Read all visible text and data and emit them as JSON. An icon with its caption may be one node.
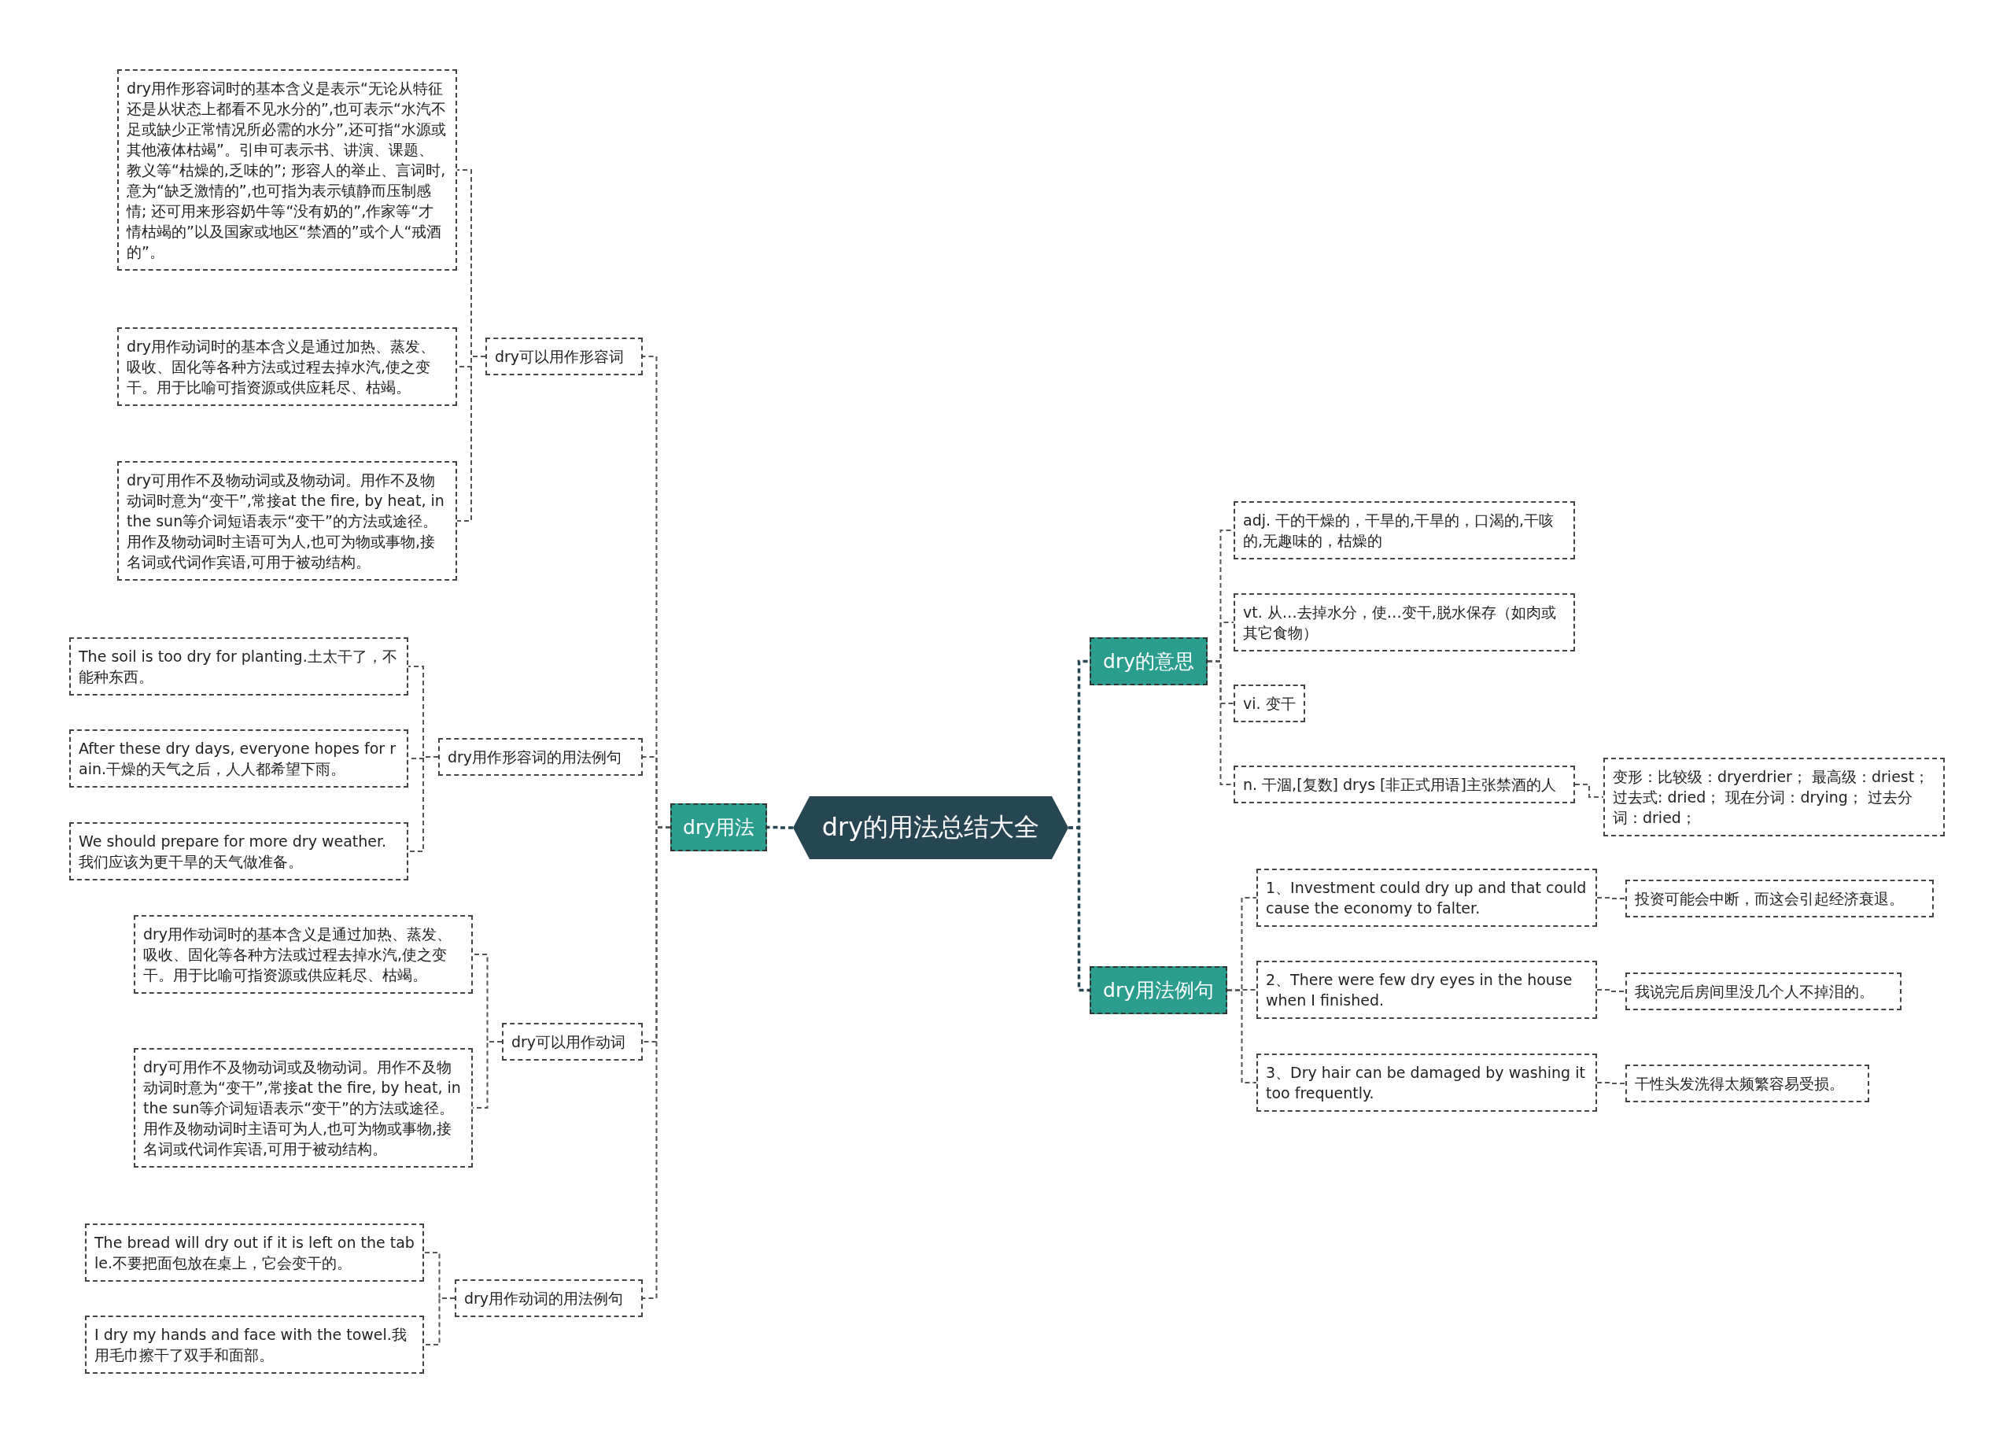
{
  "diagram": {
    "nodes": [
      {
        "text": [
          "dry的用法总结大全"
        ]
      },
      {
        "text": [
          "dry用法"
        ]
      },
      {
        "text": [
          "dry可以用作形容词"
        ]
      },
      {
        "text": [
          "dry用作形容词时的基本含义是表示“无论从特征还是从状态上都看不见水分的”,也可表示“水汽不足或缺少正常情况所必需的水分”,还可指“水源或其他液体枯竭”。引申可表示书、讲演、课题、教义等“枯燥的,乏味的”; 形容人的举止、言词时,意为“缺乏激情的”,也可指为表示镇静而压制感情; 还可用来形容奶牛等“没有奶的”,作家等“才情枯竭的”以及国家或地区“禁酒的”或个人“戒酒的”。"
        ]
      },
      {
        "text": [
          "dry用作动词时的基本含义是通过加热、蒸发、吸收、固化等各种方法或过程去掉水汽,使之变干。用于比喻可指资源或供应耗尽、枯竭。"
        ]
      },
      {
        "text": [
          "dry可用作不及物动词或及物动词。用作不及物动词时意为“变干”,常接at the fire, by heat, in the sun等介词短语表示“变干”的方法或途径。用作及物动词时主语可为人,也可为物或事物,接名词或代词作宾语,可用于被动结构。"
        ]
      },
      {
        "text": [
          "dry用作形容词的用法例句"
        ]
      },
      {
        "text": [
          "The soil is too dry for planting.土太干了，不能种东西。"
        ]
      },
      {
        "text": [
          "After these dry days, everyone hopes for rain.干燥的天气之后，人人都希望下雨。"
        ]
      },
      {
        "text": [
          "We should prepare for more dry weather.我们应该为更干旱的天气做准备。"
        ]
      },
      {
        "text": [
          "dry可以用作动词"
        ]
      },
      {
        "text": [
          "dry用作动词时的基本含义是通过加热、蒸发、吸收、固化等各种方法或过程去掉水汽,使之变干。用于比喻可指资源或供应耗尽、枯竭。"
        ]
      },
      {
        "text": [
          "dry可用作不及物动词或及物动词。用作不及物动词时意为“变干”,常接at the fire, by heat, in the sun等介词短语表示“变干”的方法或途径。用作及物动词时主语可为人,也可为物或事物,接名词或代词作宾语,可用于被动结构。"
        ]
      },
      {
        "text": [
          "dry用作动词的用法例句"
        ]
      },
      {
        "text": [
          "The bread will dry out if it is left on the table.不要把面包放在桌上，它会变干的。"
        ]
      },
      {
        "text": [
          "I dry my hands and face with the towel.我用毛巾擦干了双手和面部。"
        ]
      },
      {
        "text": [
          "dry的意思"
        ]
      },
      {
        "text": [
          "adj. 干的干燥的，干旱的,干旱的，口渴的,干咳的,无趣味的，枯燥的"
        ]
      },
      {
        "text": [
          "vt. 从…去掉水分，使…变干,脱水保存（如肉或其它食物）"
        ]
      },
      {
        "text": [
          "vi. 变干"
        ]
      },
      {
        "text": [
          "n. 干涸,[复数] drys [非正式用语]主张禁酒的人"
        ]
      },
      {
        "text": [
          "变形：比较级：dryerdrier； 最高级：driest；过去式: dried； 现在分词：drying； 过去分词：dried；"
        ]
      },
      {
        "text": [
          "dry用法例句"
        ]
      },
      {
        "text": [
          "1、Investment could dry up and that could cause the economy to falter."
        ]
      },
      {
        "text": [
          "投资可能会中断，而这会引起经济衰退。"
        ]
      },
      {
        "text": [
          "2、There were few dry eyes in the house when I finished."
        ]
      },
      {
        "text": [
          "我说完后房间里没几个人不掉泪的。"
        ]
      },
      {
        "text": [
          "3、Dry hair can be damaged by washing it too frequently."
        ]
      },
      {
        "text": [
          "干性头发洗得太频繁容易受损。"
        ]
      }
    ],
    "edges": [
      {
        "from": 0,
        "to": 1,
        "arrow": "none",
        "style": "dashed",
        "color": "#264653"
      },
      {
        "from": 1,
        "to": 2,
        "arrow": "none"
      },
      {
        "from": 1,
        "to": 6,
        "arrow": "none"
      },
      {
        "from": 1,
        "to": 10,
        "arrow": "none"
      },
      {
        "from": 1,
        "to": 13,
        "arrow": "none"
      },
      {
        "from": 2,
        "to": 3,
        "arrow": "none"
      },
      {
        "from": 2,
        "to": 4,
        "arrow": "none"
      },
      {
        "from": 2,
        "to": 5,
        "arrow": "none"
      },
      {
        "from": 6,
        "to": 7,
        "arrow": "none"
      },
      {
        "from": 6,
        "to": 8,
        "arrow": "none"
      },
      {
        "from": 6,
        "to": 9,
        "arrow": "none"
      },
      {
        "from": 10,
        "to": 11,
        "arrow": "none"
      },
      {
        "from": 10,
        "to": 12,
        "arrow": "none"
      },
      {
        "from": 13,
        "to": 14,
        "arrow": "none"
      },
      {
        "from": 13,
        "to": 15,
        "arrow": "none"
      },
      {
        "from": 0,
        "to": 16,
        "arrow": "none",
        "style": "dashed",
        "color": "#264653"
      },
      {
        "from": 0,
        "to": 22,
        "arrow": "none",
        "style": "dashed",
        "color": "#264653"
      },
      {
        "from": 16,
        "to": 17,
        "arrow": "none"
      },
      {
        "from": 16,
        "to": 18,
        "arrow": "none"
      },
      {
        "from": 16,
        "to": 19,
        "arrow": "none"
      },
      {
        "from": 16,
        "to": 20,
        "arrow": "none"
      },
      {
        "from": 20,
        "to": 21,
        "arrow": "none"
      },
      {
        "from": 22,
        "to": 23,
        "arrow": "none"
      },
      {
        "from": 22,
        "to": 25,
        "arrow": "none"
      },
      {
        "from": 22,
        "to": 27,
        "arrow": "none"
      },
      {
        "from": 23,
        "to": 24,
        "arrow": "none"
      },
      {
        "from": 25,
        "to": 26,
        "arrow": "none"
      },
      {
        "from": 27,
        "to": 28,
        "arrow": "none"
      }
    ]
  }
}
